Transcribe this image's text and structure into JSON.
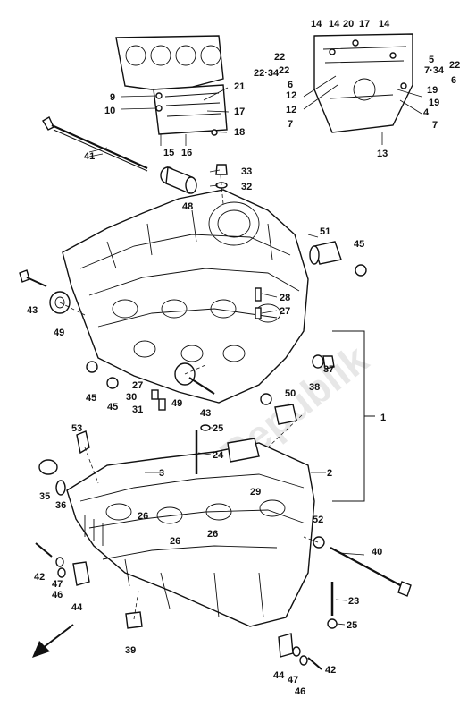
{
  "watermark": "Parts Republik",
  "callouts": {
    "top_left": [
      "9",
      "10",
      "15",
      "16",
      "17",
      "18",
      "21"
    ],
    "top_right": [
      "14",
      "14",
      "17",
      "20",
      "14",
      "22",
      "22",
      "22·34",
      "5",
      "7·34",
      "22",
      "6",
      "12",
      "19",
      "6",
      "12",
      "19",
      "7",
      "4",
      "7",
      "13"
    ],
    "upper_case": [
      "41",
      "48",
      "33",
      "32",
      "51",
      "45",
      "43",
      "49",
      "28",
      "27",
      "38",
      "37",
      "45",
      "27",
      "30",
      "31",
      "49",
      "43",
      "45",
      "50",
      "1",
      "25"
    ],
    "lower_case": [
      "53",
      "24",
      "3",
      "2",
      "35",
      "36",
      "26",
      "26",
      "29",
      "26",
      "52",
      "42",
      "46",
      "47",
      "44",
      "40",
      "23",
      "25",
      "39",
      "44",
      "47",
      "46",
      "42"
    ]
  }
}
